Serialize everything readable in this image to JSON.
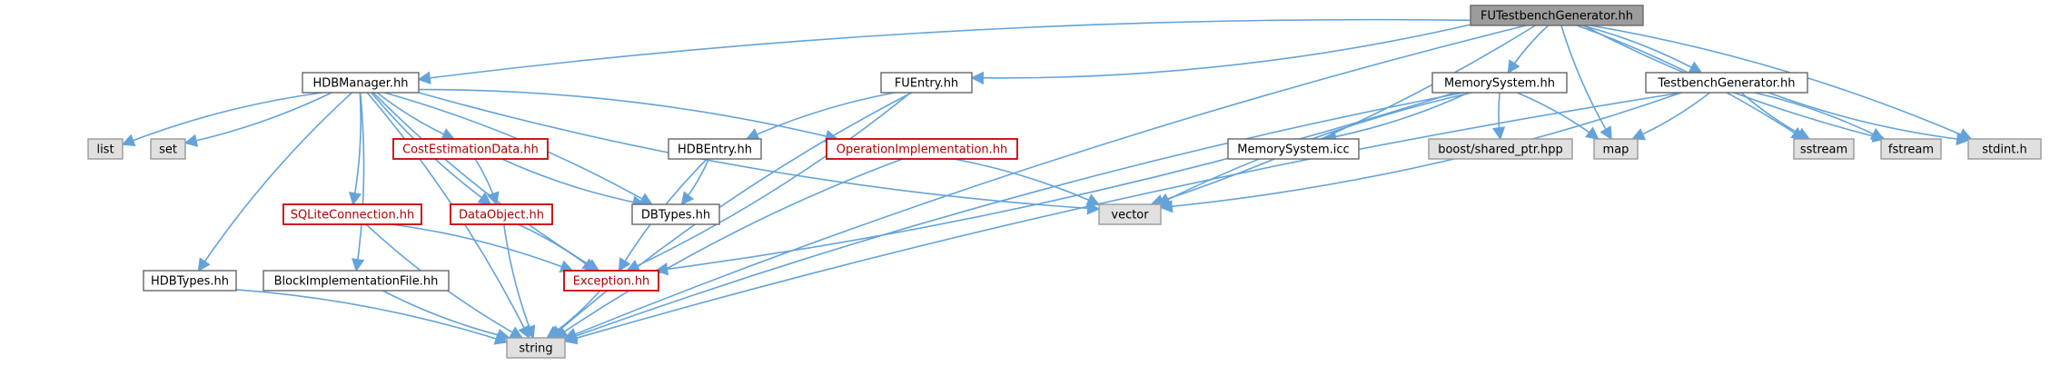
{
  "colors": {
    "edge": "#63a3da",
    "root_fill": "#9c9c9c",
    "system_fill": "#e0e0e0",
    "error_border": "#cc0000",
    "error_text": "#b00000"
  },
  "nodes": [
    {
      "id": "fu_testbench_generator_hh",
      "label": "FUTestbenchGenerator.hh",
      "kind": "root"
    },
    {
      "id": "hdbmanager_hh",
      "label": "HDBManager.hh",
      "kind": "normal"
    },
    {
      "id": "fuentry_hh",
      "label": "FUEntry.hh",
      "kind": "normal"
    },
    {
      "id": "memorysystem_hh",
      "label": "MemorySystem.hh",
      "kind": "normal"
    },
    {
      "id": "testbenchgenerator_hh",
      "label": "TestbenchGenerator.hh",
      "kind": "normal"
    },
    {
      "id": "list",
      "label": "list",
      "kind": "sys"
    },
    {
      "id": "set",
      "label": "set",
      "kind": "sys"
    },
    {
      "id": "costestimationdata_hh",
      "label": "CostEstimationData.hh",
      "kind": "err"
    },
    {
      "id": "hdbentry_hh",
      "label": "HDBEntry.hh",
      "kind": "normal"
    },
    {
      "id": "operationimplementation_hh",
      "label": "OperationImplementation.hh",
      "kind": "err"
    },
    {
      "id": "memorysystem_icc",
      "label": "MemorySystem.icc",
      "kind": "normal"
    },
    {
      "id": "boost_shared_ptr_hpp",
      "label": "boost/shared_ptr.hpp",
      "kind": "sys"
    },
    {
      "id": "map",
      "label": "map",
      "kind": "sys"
    },
    {
      "id": "sstream",
      "label": "sstream",
      "kind": "sys"
    },
    {
      "id": "fstream",
      "label": "fstream",
      "kind": "sys"
    },
    {
      "id": "stdint_h",
      "label": "stdint.h",
      "kind": "sys"
    },
    {
      "id": "sqliteconnection_hh",
      "label": "SQLiteConnection.hh",
      "kind": "err"
    },
    {
      "id": "dataobject_hh",
      "label": "DataObject.hh",
      "kind": "err"
    },
    {
      "id": "dbtypes_hh",
      "label": "DBTypes.hh",
      "kind": "normal"
    },
    {
      "id": "vector",
      "label": "vector",
      "kind": "sys"
    },
    {
      "id": "hdbtypes_hh",
      "label": "HDBTypes.hh",
      "kind": "normal"
    },
    {
      "id": "blockimplementationfile_hh",
      "label": "BlockImplementationFile.hh",
      "kind": "normal"
    },
    {
      "id": "exception_hh",
      "label": "Exception.hh",
      "kind": "err"
    },
    {
      "id": "string",
      "label": "string",
      "kind": "sys"
    }
  ],
  "edges": [
    [
      "fu_testbench_generator_hh",
      "hdbmanager_hh"
    ],
    [
      "fu_testbench_generator_hh",
      "fuentry_hh"
    ],
    [
      "fu_testbench_generator_hh",
      "memorysystem_hh"
    ],
    [
      "fu_testbench_generator_hh",
      "testbenchgenerator_hh"
    ],
    [
      "fu_testbench_generator_hh",
      "string"
    ],
    [
      "fu_testbench_generator_hh",
      "vector"
    ],
    [
      "fu_testbench_generator_hh",
      "map"
    ],
    [
      "fu_testbench_generator_hh",
      "sstream"
    ],
    [
      "fu_testbench_generator_hh",
      "fstream"
    ],
    [
      "fu_testbench_generator_hh",
      "stdint_h"
    ],
    [
      "hdbmanager_hh",
      "list"
    ],
    [
      "hdbmanager_hh",
      "set"
    ],
    [
      "hdbmanager_hh",
      "costestimationdata_hh"
    ],
    [
      "hdbmanager_hh",
      "operationimplementation_hh"
    ],
    [
      "hdbmanager_hh",
      "vector"
    ],
    [
      "hdbmanager_hh",
      "sqliteconnection_hh"
    ],
    [
      "hdbmanager_hh",
      "dataobject_hh"
    ],
    [
      "hdbmanager_hh",
      "dbtypes_hh"
    ],
    [
      "hdbmanager_hh",
      "hdbtypes_hh"
    ],
    [
      "hdbmanager_hh",
      "blockimplementationfile_hh"
    ],
    [
      "hdbmanager_hh",
      "exception_hh"
    ],
    [
      "hdbmanager_hh",
      "string"
    ],
    [
      "fuentry_hh",
      "hdbentry_hh"
    ],
    [
      "fuentry_hh",
      "exception_hh"
    ],
    [
      "fuentry_hh",
      "string"
    ],
    [
      "memorysystem_hh",
      "memorysystem_icc"
    ],
    [
      "memorysystem_hh",
      "boost_shared_ptr_hpp"
    ],
    [
      "memorysystem_hh",
      "map"
    ],
    [
      "memorysystem_hh",
      "vector"
    ],
    [
      "memorysystem_hh",
      "exception_hh"
    ],
    [
      "memorysystem_hh",
      "string"
    ],
    [
      "testbenchgenerator_hh",
      "map"
    ],
    [
      "testbenchgenerator_hh",
      "sstream"
    ],
    [
      "testbenchgenerator_hh",
      "fstream"
    ],
    [
      "testbenchgenerator_hh",
      "stdint_h"
    ],
    [
      "testbenchgenerator_hh",
      "vector"
    ],
    [
      "testbenchgenerator_hh",
      "string"
    ],
    [
      "costestimationdata_hh",
      "dataobject_hh"
    ],
    [
      "costestimationdata_hh",
      "dbtypes_hh"
    ],
    [
      "hdbentry_hh",
      "dbtypes_hh"
    ],
    [
      "hdbentry_hh",
      "exception_hh"
    ],
    [
      "operationimplementation_hh",
      "vector"
    ],
    [
      "operationimplementation_hh",
      "string"
    ],
    [
      "sqliteconnection_hh",
      "exception_hh"
    ],
    [
      "sqliteconnection_hh",
      "string"
    ],
    [
      "dataobject_hh",
      "exception_hh"
    ],
    [
      "dataobject_hh",
      "string"
    ],
    [
      "hdbtypes_hh",
      "string"
    ],
    [
      "blockimplementationfile_hh",
      "string"
    ],
    [
      "exception_hh",
      "string"
    ]
  ]
}
